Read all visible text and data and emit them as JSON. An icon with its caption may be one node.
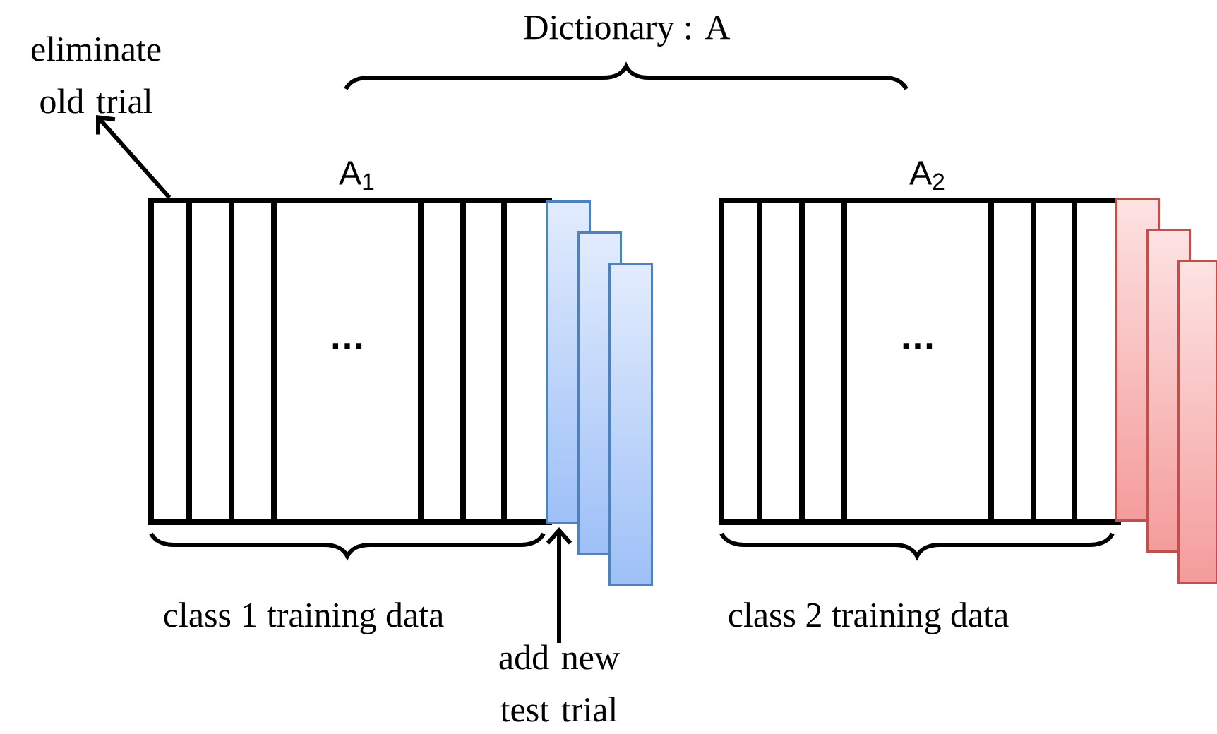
{
  "diagram": {
    "nodes": [
      {
        "text": [
          "eliminate old trial"
        ]
      },
      {
        "text": [
          "A$_{1}$",
          "…"
        ]
      },
      {
        "text": [],
        "shape": "bar"
      },
      {
        "text": [],
        "shape": "bar"
      },
      {
        "text": [],
        "shape": "bar"
      },
      {
        "text": [
          "A$_{2}$",
          "…"
        ]
      },
      {
        "text": [],
        "shape": "bar"
      },
      {
        "text": [],
        "shape": "bar"
      },
      {
        "text": [],
        "shape": "bar"
      },
      {
        "text": [
          "add new test trial"
        ]
      }
    ],
    "edges": [
      {
        "from": 1,
        "to": 0,
        "arrow": "to"
      },
      {
        "from": 9,
        "to": 2,
        "arrow": "to"
      }
    ],
    "labels": [
      "Dictionary : A",
      "class 1 training data",
      "class 2 training data"
    ]
  }
}
